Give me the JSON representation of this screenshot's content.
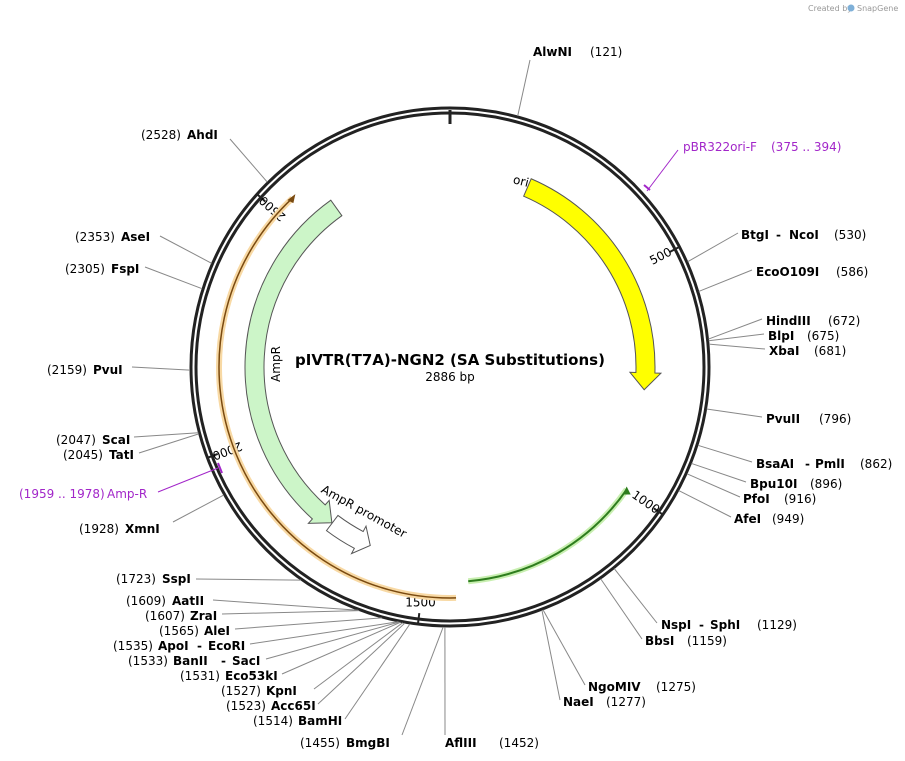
{
  "credit": {
    "prefix": "Created by",
    "brand": "SnapGene"
  },
  "plasmid": {
    "name": "pIVTR(T7A)-NGN2 (SA Substitutions)",
    "size_label": "2886 bp",
    "length": 2886
  },
  "ticks": [
    {
      "pos": 500,
      "label": "500"
    },
    {
      "pos": 1000,
      "label": "1000"
    },
    {
      "pos": 1500,
      "label": "1500"
    },
    {
      "pos": 2000,
      "label": "2000"
    },
    {
      "pos": 2500,
      "label": "2500"
    }
  ],
  "features": [
    {
      "id": "ori",
      "label": "ori",
      "start": 187,
      "end": 775,
      "direction": "cw",
      "color": "#ffff00"
    },
    {
      "id": "ampr",
      "label": "AmpR",
      "start": 1741,
      "end": 2601,
      "direction": "ccw",
      "color": "#ccf5c8"
    },
    {
      "id": "ampr-promoter",
      "label": "AmpR promoter",
      "start": 1636,
      "end": 1740,
      "direction": "ccw",
      "color": "#ffffff"
    },
    {
      "id": "green-orf",
      "label": "",
      "start": 1000,
      "end": 1404,
      "direction": "cw",
      "color": "#2e7d1e"
    },
    {
      "id": "orange-orf",
      "label": "",
      "start": 1431,
      "end": 2541,
      "direction": "ccw",
      "color": "#f5c07a"
    }
  ],
  "primers": [
    {
      "name": "pBR322ori-F",
      "range": "(375 .. 394)",
      "pos": 384
    },
    {
      "name": "Amp-R",
      "range": "(1959 .. 1978)",
      "pos": 1968
    }
  ],
  "sites": [
    {
      "name": "AlwNI",
      "pos": "(121)"
    },
    {
      "name": "BtgI",
      "name2": "NcoI",
      "pos": "(530)"
    },
    {
      "name": "EcoO109I",
      "pos": "(586)"
    },
    {
      "name": "HindIII",
      "pos": "(672)"
    },
    {
      "name": "BlpI",
      "pos": "(675)"
    },
    {
      "name": "XbaI",
      "pos": "(681)"
    },
    {
      "name": "PvuII",
      "pos": "(796)"
    },
    {
      "name": "BsaAI",
      "name2": "PmlI",
      "pos": "(862)"
    },
    {
      "name": "Bpu10I",
      "pos": "(896)"
    },
    {
      "name": "PfoI",
      "pos": "(916)"
    },
    {
      "name": "AfeI",
      "pos": "(949)"
    },
    {
      "name": "NspI",
      "name2": "SphI",
      "pos": "(1129)"
    },
    {
      "name": "BbsI",
      "pos": "(1159)"
    },
    {
      "name": "NgoMIV",
      "pos": "(1275)"
    },
    {
      "name": "NaeI",
      "pos": "(1277)"
    },
    {
      "name": "AflIII",
      "pos": "(1452)"
    },
    {
      "name": "BmgBI",
      "pos": "(1455)"
    },
    {
      "name": "BamHI",
      "pos": "(1514)"
    },
    {
      "name": "Acc65I",
      "pos": "(1523)"
    },
    {
      "name": "KpnI",
      "pos": "(1527)"
    },
    {
      "name": "Eco53kI",
      "pos": "(1531)"
    },
    {
      "name": "BanII",
      "name2": "SacI",
      "pos": "(1533)"
    },
    {
      "name": "ApoI",
      "name2": "EcoRI",
      "pos": "(1535)"
    },
    {
      "name": "AleI",
      "pos": "(1565)"
    },
    {
      "name": "ZraI",
      "pos": "(1607)"
    },
    {
      "name": "AatII",
      "pos": "(1609)"
    },
    {
      "name": "SspI",
      "pos": "(1723)"
    },
    {
      "name": "XmnI",
      "pos": "(1928)"
    },
    {
      "name": "TatI",
      "pos": "(2045)"
    },
    {
      "name": "ScaI",
      "pos": "(2047)"
    },
    {
      "name": "PvuI",
      "pos": "(2159)"
    },
    {
      "name": "FspI",
      "pos": "(2305)"
    },
    {
      "name": "AseI",
      "pos": "(2353)"
    },
    {
      "name": "AhdI",
      "pos": "(2528)"
    }
  ]
}
